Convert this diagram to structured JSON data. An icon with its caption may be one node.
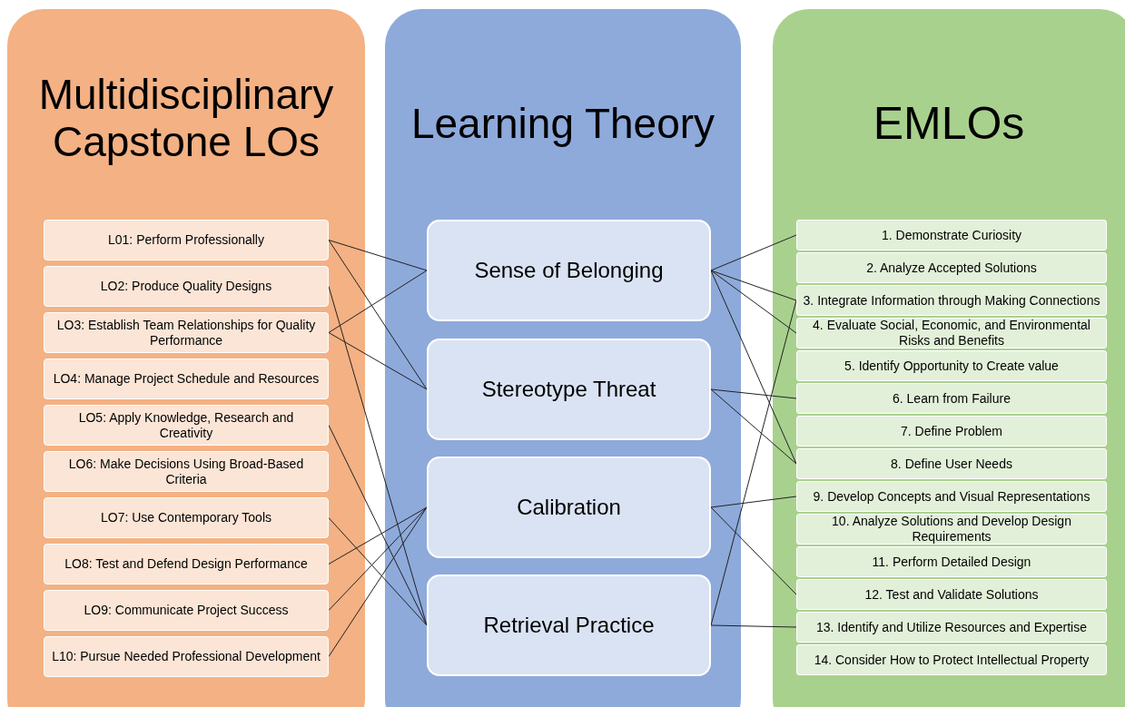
{
  "diagram": {
    "nodes": [
      {
        "text": [
          "Multidisciplinary Capstone LOs"
        ]
      },
      {
        "text": [
          "Learning Theory"
        ]
      },
      {
        "text": [
          "EMLOs"
        ]
      },
      {
        "text": [
          "L01: Perform Professionally"
        ],
        "in": 0
      },
      {
        "text": [
          "LO2: Produce Quality Designs"
        ],
        "in": 0
      },
      {
        "text": [
          "LO3: Establish Team Relationships for Quality Performance"
        ],
        "in": 0
      },
      {
        "text": [
          "LO4: Manage Project Schedule and Resources"
        ],
        "in": 0
      },
      {
        "text": [
          "LO5: Apply Knowledge, Research and Creativity"
        ],
        "in": 0
      },
      {
        "text": [
          "LO6: Make Decisions Using Broad-Based Criteria"
        ],
        "in": 0
      },
      {
        "text": [
          "LO7: Use Contemporary Tools"
        ],
        "in": 0
      },
      {
        "text": [
          "LO8: Test and Defend Design Performance"
        ],
        "in": 0
      },
      {
        "text": [
          "LO9: Communicate Project Success"
        ],
        "in": 0
      },
      {
        "text": [
          "L10: Pursue Needed Professional Development"
        ],
        "in": 0
      },
      {
        "text": [
          "Sense of Belonging"
        ],
        "in": 1
      },
      {
        "text": [
          "Stereotype Threat"
        ],
        "in": 1
      },
      {
        "text": [
          "Calibration"
        ],
        "in": 1
      },
      {
        "text": [
          "Retrieval Practice"
        ],
        "in": 1
      },
      {
        "text": [
          "1. Demonstrate Curiosity"
        ],
        "in": 2
      },
      {
        "text": [
          "2. Analyze Accepted Solutions"
        ],
        "in": 2
      },
      {
        "text": [
          "3. Integrate Information through Making Connections"
        ],
        "in": 2
      },
      {
        "text": [
          "4. Evaluate Social, Economic, and Environmental Risks and Benefits"
        ],
        "in": 2
      },
      {
        "text": [
          "5. Identify Opportunity to Create value"
        ],
        "in": 2
      },
      {
        "text": [
          "6. Learn from Failure"
        ],
        "in": 2
      },
      {
        "text": [
          "7. Define Problem"
        ],
        "in": 2
      },
      {
        "text": [
          "8. Define User Needs"
        ],
        "in": 2
      },
      {
        "text": [
          "9. Develop Concepts and Visual Representations"
        ],
        "in": 2
      },
      {
        "text": [
          "10. Analyze Solutions and Develop Design Requirements"
        ],
        "in": 2
      },
      {
        "text": [
          "11. Perform Detailed Design"
        ],
        "in": 2
      },
      {
        "text": [
          "12. Test and Validate Solutions"
        ],
        "in": 2
      },
      {
        "text": [
          "13. Identify and Utilize Resources and Expertise"
        ],
        "in": 2
      },
      {
        "text": [
          "14. Consider How to Protect Intellectual Property"
        ],
        "in": 2
      }
    ],
    "edges": [
      {
        "from": 3,
        "to": 13,
        "arrow": "none"
      },
      {
        "from": 3,
        "to": 14,
        "arrow": "none"
      },
      {
        "from": 4,
        "to": 16,
        "arrow": "none"
      },
      {
        "from": 5,
        "to": 13,
        "arrow": "none"
      },
      {
        "from": 5,
        "to": 14,
        "arrow": "none"
      },
      {
        "from": 7,
        "to": 16,
        "arrow": "none"
      },
      {
        "from": 9,
        "to": 16,
        "arrow": "none"
      },
      {
        "from": 10,
        "to": 15,
        "arrow": "none"
      },
      {
        "from": 11,
        "to": 15,
        "arrow": "none"
      },
      {
        "from": 12,
        "to": 15,
        "arrow": "none"
      },
      {
        "from": 13,
        "to": 17,
        "arrow": "none"
      },
      {
        "from": 13,
        "to": 19,
        "arrow": "none"
      },
      {
        "from": 13,
        "to": 20,
        "arrow": "none"
      },
      {
        "from": 13,
        "to": 24,
        "arrow": "none"
      },
      {
        "from": 14,
        "to": 22,
        "arrow": "none"
      },
      {
        "from": 14,
        "to": 24,
        "arrow": "none"
      },
      {
        "from": 15,
        "to": 25,
        "arrow": "none"
      },
      {
        "from": 15,
        "to": 28,
        "arrow": "none"
      },
      {
        "from": 16,
        "to": 19,
        "arrow": "none"
      },
      {
        "from": 16,
        "to": 29,
        "arrow": "none"
      }
    ]
  }
}
